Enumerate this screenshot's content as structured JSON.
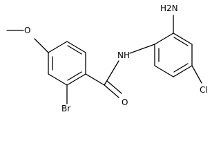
{
  "structure": {
    "labels": {
      "nh2": "H2N",
      "nh": "NH",
      "methoxy_o": "O",
      "carbonyl_o": "O",
      "br": "Br",
      "cl": "Cl"
    },
    "line_color": "#000000",
    "background": "#ffffff"
  }
}
